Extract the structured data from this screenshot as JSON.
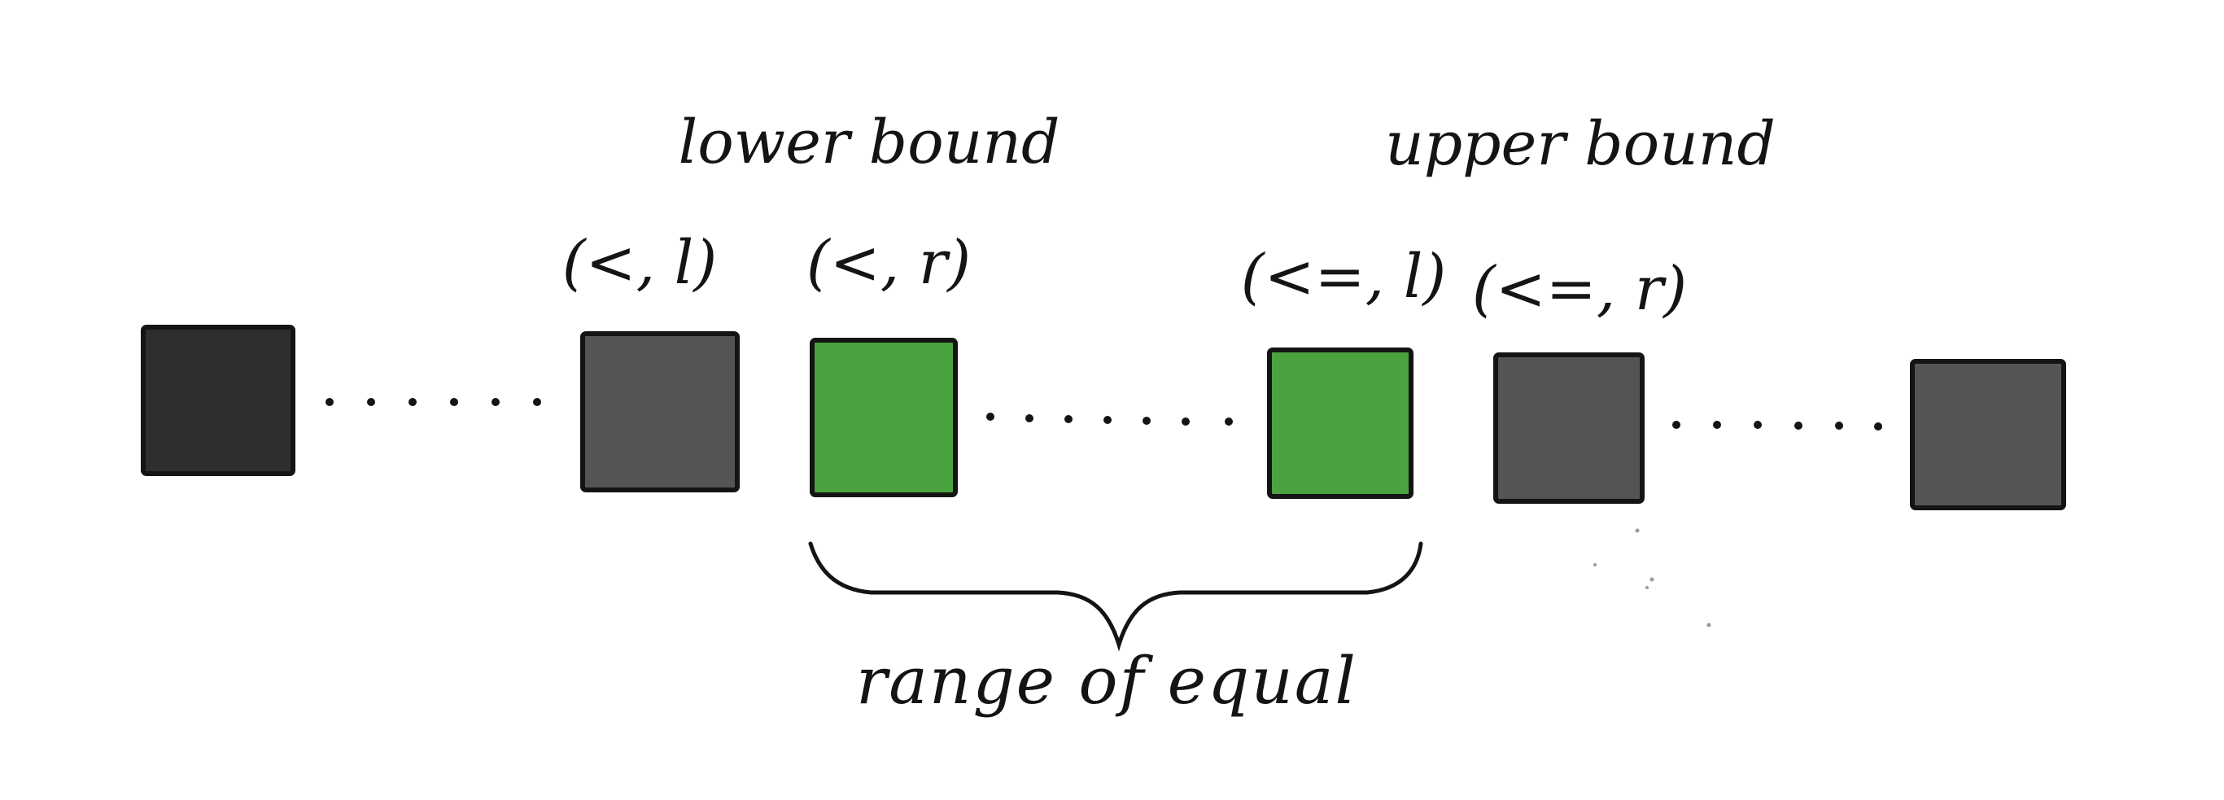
{
  "labels": {
    "lower_bound": "lower bound",
    "upper_bound": "upper bound",
    "lower_left": "(<, l)",
    "lower_right": "(<, r)",
    "upper_left": "(<=, l)",
    "upper_right": "(<=, r)",
    "range": "range of equal"
  },
  "colors": {
    "dark_block": "#2e2e2e",
    "gray_block": "#545454",
    "green_block": "#4ba33f",
    "outline": "#141414",
    "ink": "#141414"
  },
  "blocks": [
    {
      "name": "block-first",
      "kind": "dark"
    },
    {
      "name": "block-before-lower",
      "kind": "gray"
    },
    {
      "name": "block-lower-bound",
      "kind": "green"
    },
    {
      "name": "block-last-equal",
      "kind": "green"
    },
    {
      "name": "block-upper-bound",
      "kind": "gray"
    },
    {
      "name": "block-end",
      "kind": "gray"
    }
  ]
}
